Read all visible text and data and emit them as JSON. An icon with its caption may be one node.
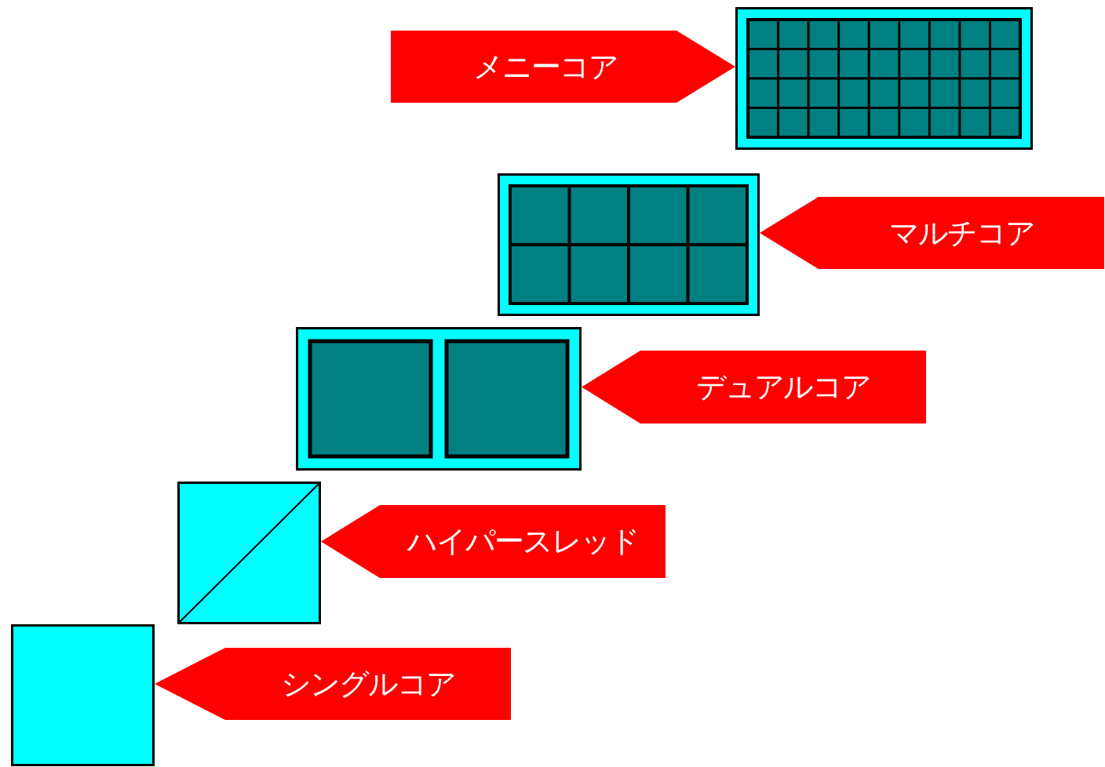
{
  "diagram": {
    "nodes": [
      {
        "text": [
          "メニーコア"
        ]
      },
      {
        "text": [],
        "shape": "box"
      },
      {
        "text": [],
        "shape": "box"
      },
      {
        "text": [
          "マルチコア"
        ]
      },
      {
        "text": [],
        "shape": "box"
      },
      {
        "text": [
          "デュアルコア"
        ]
      },
      {
        "text": [],
        "shape": "box"
      },
      {
        "text": [
          "ハイパースレッド"
        ]
      },
      {
        "text": [],
        "shape": "box"
      },
      {
        "text": [
          "シングルコア"
        ]
      }
    ],
    "edges": [
      {
        "from": 0,
        "to": 1,
        "arrow": "to"
      },
      {
        "from": 3,
        "to": 2,
        "arrow": "to"
      },
      {
        "from": 5,
        "to": 4,
        "arrow": "to"
      },
      {
        "from": 7,
        "to": 6,
        "arrow": "to"
      },
      {
        "from": 9,
        "to": 8,
        "arrow": "to"
      }
    ]
  }
}
